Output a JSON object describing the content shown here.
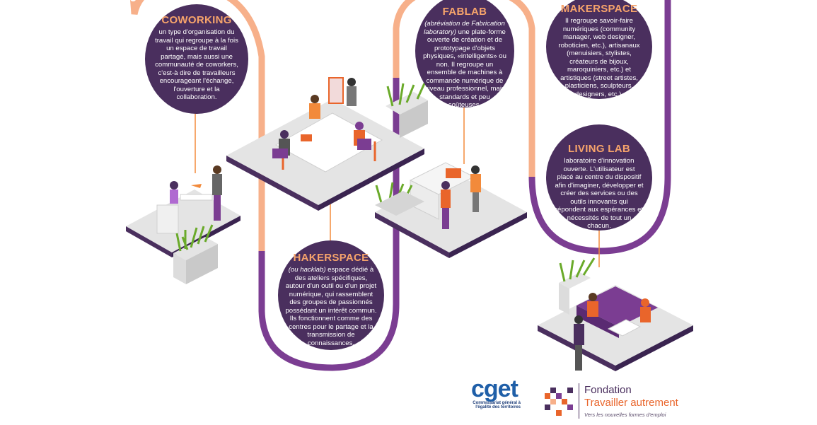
{
  "colors": {
    "purple": "#4a2f5e",
    "track_purple": "#7b3d92",
    "track_peach": "#f7b08a",
    "accent_orange": "#f28a3b",
    "floor_grey": "#e4e4e4"
  },
  "sections": {
    "coworking": {
      "title": "COWORKING",
      "text": "un type d'organisation du travail qui regroupe à la fois un espace de travail partagé, mais aussi une communauté de coworkers, c'est-à dire de travailleurs encourageant l'échange, l'ouverture et la collaboration."
    },
    "fablab": {
      "title": "FABLAB",
      "text_italic": "(abréviation de Fabrication laboratory)",
      "text": " une plate-forme ouverte de création et de prototypage d'objets physiques, «intelligents» ou non. Il regroupe un ensemble de machines à commande numérique de niveau professionnel, mais standards et peu coûteuses."
    },
    "makerspace": {
      "title": "MAKERSPACE",
      "text": "Il regroupe savoir-faire numériques (community manager, web designer, roboticien, etc.), artisanaux (menuisiers, stylistes, créateurs de bijoux, maroquiniers, etc.) et artistiques (street artistes, plasticiens, sculpteurs, designers, etc.)."
    },
    "livinglab": {
      "title": "LIVING LAB",
      "text": "laboratoire d'innovation ouverte. L'utilisateur est placé au centre du dispositif afin d'imaginer, développer et créer des services ou des outils innovants qui répondent aux espérances et nécessités de tout un chacun."
    },
    "hakerspace": {
      "title": "HAKERSPACE",
      "text_italic": "(ou hacklab)",
      "text": " espace dédié à des ateliers spécifiques, autour d'un outil ou d'un projet numérique, qui rassemblent des groupes de passionnés possédant un intérêt commun. Ils fonctionnent comme des centres pour le partage et la transmission de connaissances."
    }
  },
  "logos": {
    "cget": {
      "name": "cget",
      "sub": "Commissariat général à l'égalité des territoires"
    },
    "fondation": {
      "line1": "Fondation",
      "line2": "Travailler autrement",
      "tagline": "Vers les nouvelles formes d'emploi"
    }
  }
}
